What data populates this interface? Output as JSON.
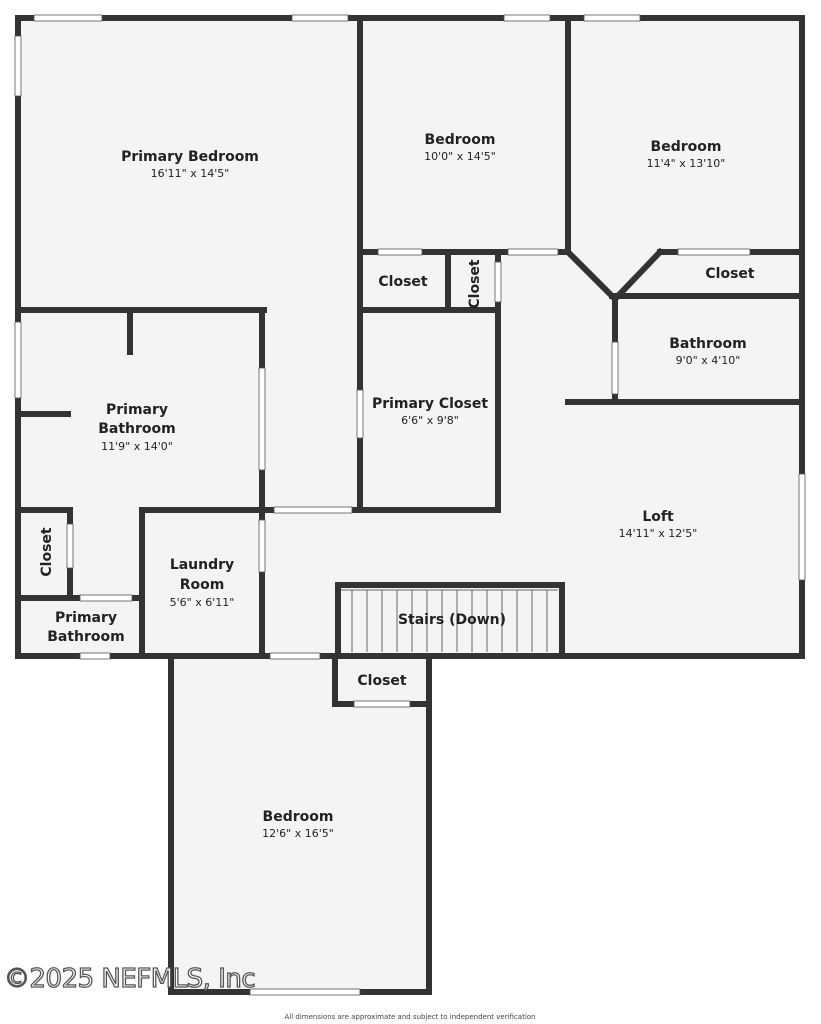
{
  "colors": {
    "wall": "#333333",
    "floor": "#f4f4f4",
    "opening": "#ffffff",
    "background": "#ffffff"
  },
  "rooms": {
    "primary_bedroom": {
      "name": "Primary Bedroom",
      "dims": "16'11\" x 14'5\""
    },
    "bedroom_top_middle": {
      "name": "Bedroom",
      "dims": "10'0\" x 14'5\""
    },
    "bedroom_top_right": {
      "name": "Bedroom",
      "dims": "11'4\" x 13'10\""
    },
    "closet_center": {
      "name": "Closet"
    },
    "closet_vertical": {
      "name": "Closet"
    },
    "closet_right": {
      "name": "Closet"
    },
    "bathroom_right": {
      "name": "Bathroom",
      "dims": "9'0\" x 4'10\""
    },
    "primary_bathroom": {
      "name_line1": "Primary",
      "name_line2": "Bathroom",
      "dims": "11'9\" x 14'0\""
    },
    "primary_closet": {
      "name": "Primary Closet",
      "dims": "6'6\" x 9'8\""
    },
    "loft": {
      "name": "Loft",
      "dims": "14'11\" x 12'5\""
    },
    "closet_left": {
      "name": "Closet"
    },
    "laundry_room": {
      "name_line1": "Laundry",
      "name_line2": "Room",
      "dims": "5'6\" x 6'11\""
    },
    "primary_bathroom_small": {
      "name_line1": "Primary",
      "name_line2": "Bathroom"
    },
    "stairs": {
      "name": "Stairs (Down)"
    },
    "closet_lower": {
      "name": "Closet"
    },
    "bedroom_bottom": {
      "name": "Bedroom",
      "dims": "12'6\" x 16'5\""
    }
  },
  "watermark": "©2025 NEFMLS, Inc",
  "disclaimer": "All dimensions are approximate and subject to independent verification"
}
